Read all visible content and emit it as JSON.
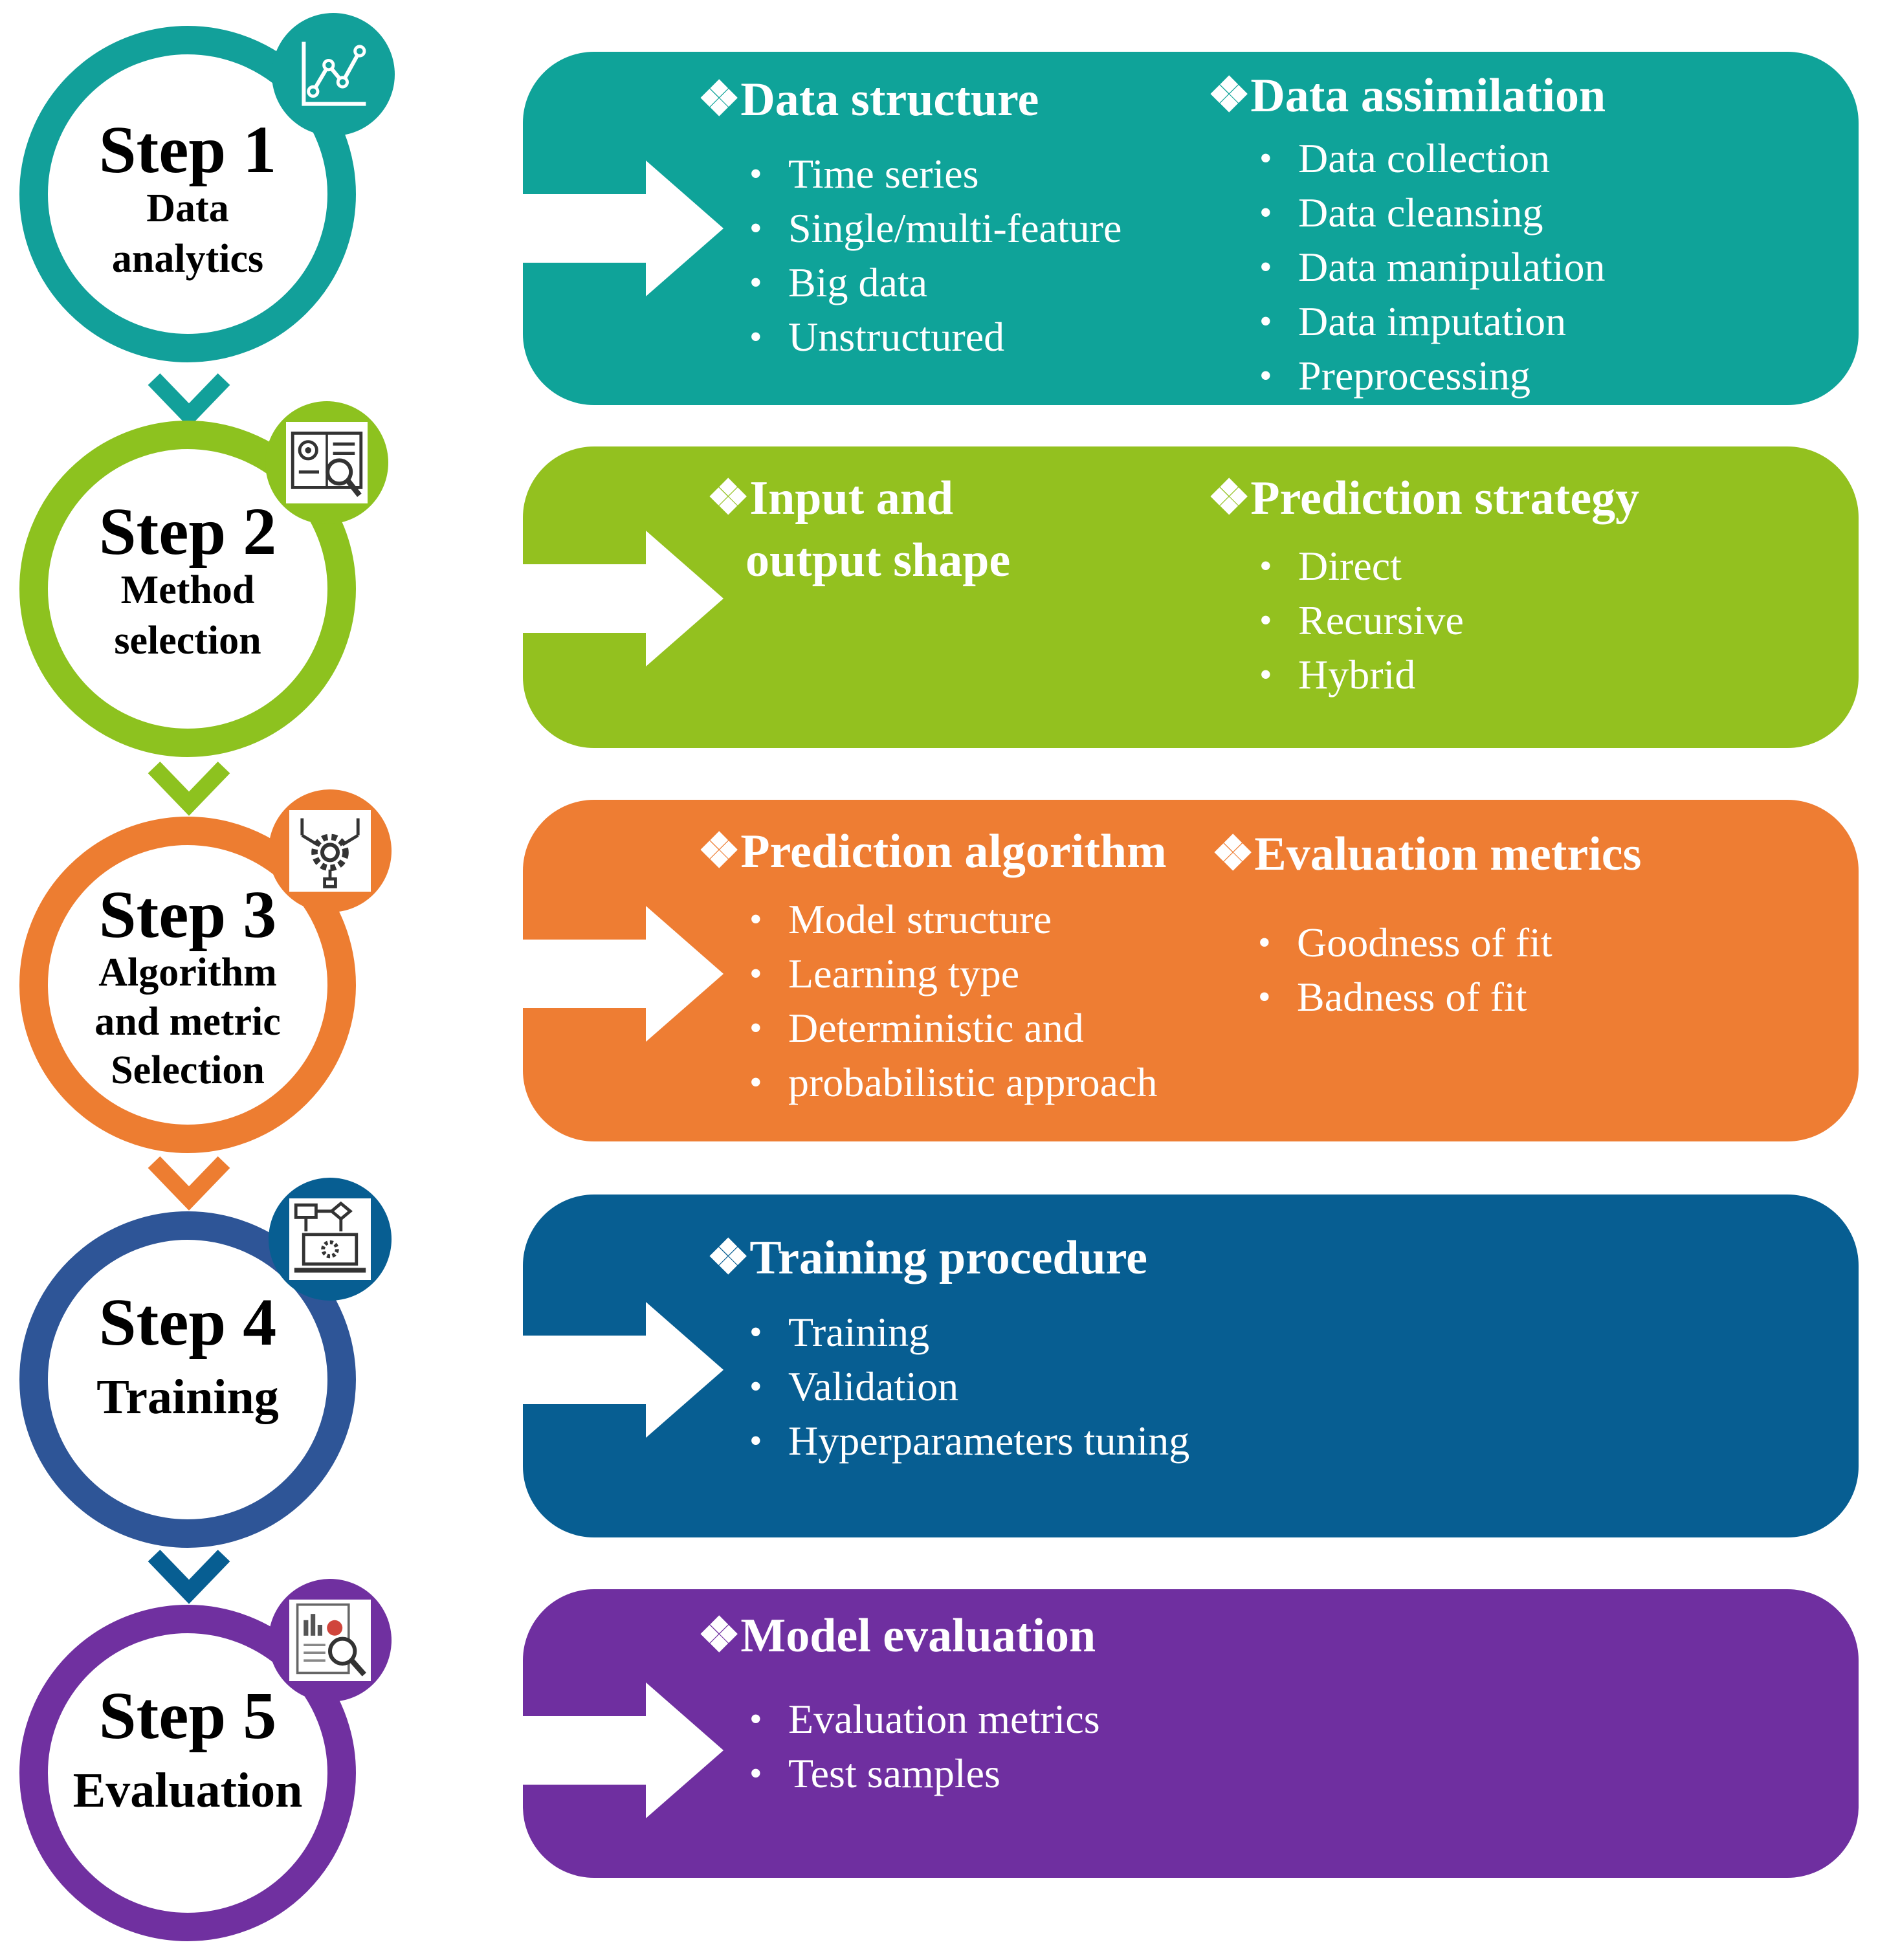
{
  "steps": [
    {
      "number": "Step 1",
      "name_lines": [
        "Data",
        "analytics"
      ],
      "color": "#12A09A",
      "icon": "line-chart-icon"
    },
    {
      "number": "Step 2",
      "name_lines": [
        "Method",
        "selection"
      ],
      "color": "#8DC21F",
      "icon": "book-search-icon"
    },
    {
      "number": "Step 3",
      "name_lines": [
        "Algorithm",
        "and metric",
        "Selection"
      ],
      "color": "#ED7D31",
      "icon": "gear-circuit-icon"
    },
    {
      "number": "Step 4",
      "name_lines": [
        "Training"
      ],
      "color": "#2E5597",
      "icon": "laptop-flowchart-icon"
    },
    {
      "number": "Step 5",
      "name_lines": [
        "Evaluation"
      ],
      "color": "#7030A0",
      "icon": "report-magnifier-icon"
    }
  ],
  "panels": [
    {
      "color": "#0FA399",
      "sections": [
        {
          "title": "Data structure",
          "items": [
            "Time series",
            "Single/multi-feature",
            "Big data",
            "Unstructured"
          ]
        },
        {
          "title": "Data assimilation",
          "items": [
            "Data collection",
            "Data cleansing",
            "Data manipulation",
            "Data imputation",
            "Preprocessing"
          ]
        }
      ]
    },
    {
      "color": "#93C11F",
      "sections": [
        {
          "title_lines": [
            "Input and",
            "output shape"
          ],
          "items": []
        },
        {
          "title": "Prediction strategy",
          "items": [
            "Direct",
            "Recursive",
            "Hybrid"
          ]
        }
      ]
    },
    {
      "color": "#EE7D33",
      "sections": [
        {
          "title": "Prediction algorithm",
          "items": [
            "Model structure",
            "Learning type",
            "Deterministic and",
            "probabilistic approach"
          ]
        },
        {
          "title": "Evaluation metrics",
          "items": [
            "Goodness of fit",
            "Badness of fit"
          ]
        }
      ]
    },
    {
      "color": "#075E92",
      "sections": [
        {
          "title": "Training procedure",
          "items": [
            "Training",
            "Validation",
            "Hyperparameters tuning"
          ]
        }
      ]
    },
    {
      "color": "#6F2FA0",
      "sections": [
        {
          "title": "Model evaluation",
          "items": [
            "Evaluation metrics",
            "Test samples"
          ]
        }
      ]
    }
  ],
  "bullet_marker": "❖"
}
